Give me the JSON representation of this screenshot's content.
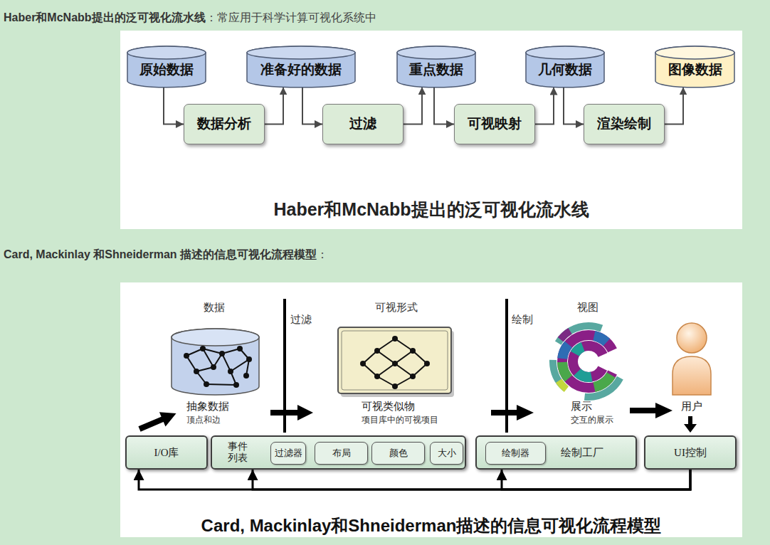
{
  "diagram": {
    "nodes": [
      {
        "text": [
          "原始数据"
        ]
      },
      {
        "text": [
          "数据分析"
        ]
      },
      {
        "text": [
          "准备好的数据"
        ]
      },
      {
        "text": [
          "过滤"
        ]
      },
      {
        "text": [
          "重点数据"
        ]
      },
      {
        "text": [
          "可视映射"
        ]
      },
      {
        "text": [
          "几何数据"
        ]
      },
      {
        "text": [
          "渲染绘制"
        ]
      },
      {
        "text": [
          "图像数据"
        ]
      },
      {
        "text": [
          "I/O库"
        ]
      },
      {
        "text": [
          "事件 列表"
        ]
      },
      {
        "text": [
          "过滤器"
        ],
        "in": 10
      },
      {
        "text": [
          "布局"
        ],
        "in": 10
      },
      {
        "text": [
          "颜色"
        ],
        "in": 10
      },
      {
        "text": [
          "大小"
        ],
        "in": 10
      },
      {
        "text": [
          "绘制工厂"
        ]
      },
      {
        "text": [
          "绘制器"
        ],
        "in": 15
      },
      {
        "text": [
          "UI控制"
        ]
      }
    ],
    "edges": [
      {
        "from": 0,
        "to": 1,
        "arrow": "to"
      },
      {
        "from": 1,
        "to": 2,
        "arrow": "to"
      },
      {
        "from": 2,
        "to": 3,
        "arrow": "to"
      },
      {
        "from": 3,
        "to": 4,
        "arrow": "to"
      },
      {
        "from": 4,
        "to": 5,
        "arrow": "to"
      },
      {
        "from": 5,
        "to": 6,
        "arrow": "to"
      },
      {
        "from": 6,
        "to": 7,
        "arrow": "to"
      },
      {
        "from": 7,
        "to": 8,
        "arrow": "to"
      },
      {
        "from": 17,
        "to": 9,
        "arrow": "to"
      },
      {
        "from": 17,
        "to": 10,
        "arrow": "to"
      },
      {
        "from": 17,
        "to": 15,
        "arrow": "to"
      }
    ],
    "labels": [
      "Haber和McNabb提出的泛可视化流水线",
      "：常应用于科学计算可视化系统中",
      "Haber和McNabb提出的泛可视化流水线",
      "Card, Mackinlay 和Shneiderman 描述的信息可视化流程模型",
      "：",
      "数据",
      "过滤",
      "可视形式",
      "绘制",
      "视图",
      "抽象数据",
      "顶点和边",
      "可视类似物",
      "项目库中的可视项目",
      "展示",
      "交互的展示",
      "用户",
      "Card, Mackinlay和Shneiderman描述的信息可视化流程模型"
    ]
  }
}
